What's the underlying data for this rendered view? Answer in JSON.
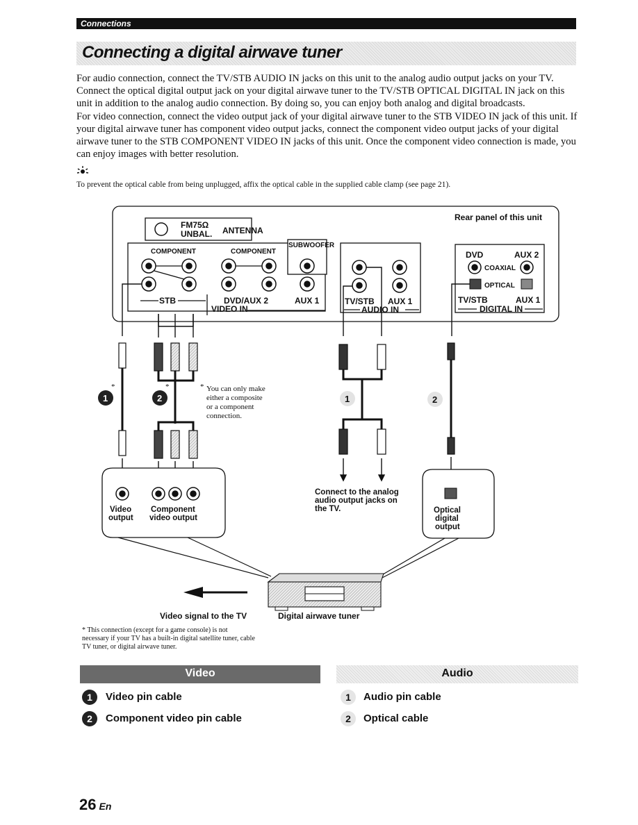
{
  "header": {
    "section": "Connections",
    "title": "Connecting a digital airwave tuner"
  },
  "intro": [
    "For audio connection, connect the TV/STB AUDIO IN jacks on this unit to the analog audio output jacks on your TV. Connect the optical digital output jack on your digital airwave tuner to the TV/STB OPTICAL DIGITAL IN jack on this unit in addition to the analog audio connection. By doing so, you can enjoy both analog and digital broadcasts.",
    "For video connection, connect the video output jack of your digital airwave tuner to the STB VIDEO IN jack of this unit. If your digital airwave tuner has component video output jacks, connect the component video output jacks of your digital airwave tuner to the STB COMPONENT VIDEO IN jacks of this unit. Once the component video connection is made, you can enjoy images with better resolution."
  ],
  "tip": {
    "text": "To prevent the optical cable from being unplugged, affix the optical cable in the supplied cable clamp (see page 21)."
  },
  "diagram": {
    "rear_panel": "Rear panel of this unit",
    "fm": "FM75Ω",
    "unbal": "UNBAL.",
    "antenna": "ANTENNA",
    "component1": "COMPONENT",
    "component2": "COMPONENT",
    "subwoofer": "SUBWOOFER",
    "stb": "STB",
    "dvd_aux2": "DVD/AUX 2",
    "aux1_video": "AUX 1",
    "video_in": "VIDEO IN",
    "tvstb_audio": "TV/STB",
    "aux1_audio": "AUX 1",
    "audio_in": "AUDIO IN",
    "dvd": "DVD",
    "aux2_digital": "AUX 2",
    "coaxial": "COAXIAL",
    "optical": "OPTICAL",
    "tvstb_digital": "TV/STB",
    "aux1_digital": "AUX 1",
    "digital_in": "DIGITAL IN",
    "note_lines": [
      "You can only make",
      "either a composite",
      "or a component",
      "connection."
    ],
    "video_output_1": "Video",
    "video_output_2": "output",
    "component_output_1": "Component",
    "component_output_2": "video output",
    "analog_1": "Connect to the analog",
    "analog_2": "audio output jacks on",
    "analog_3": "the TV.",
    "optical_out_1": "Optical",
    "optical_out_2": "digital",
    "optical_out_3": "output",
    "video_signal": "Video signal to the TV",
    "tuner": "Digital airwave tuner",
    "num1": "1",
    "num2": "2",
    "star": "*"
  },
  "footnote": "* This connection (except for a game console) is not necessary if your TV has a built-in digital satellite tuner, cable TV tuner, or digital airwave tuner.",
  "legend": {
    "video_title": "Video",
    "audio_title": "Audio",
    "video_items": [
      {
        "num": "1",
        "label": "Video pin cable"
      },
      {
        "num": "2",
        "label": "Component video pin cable"
      }
    ],
    "audio_items": [
      {
        "num": "1",
        "label": "Audio pin cable"
      },
      {
        "num": "2",
        "label": "Optical cable"
      }
    ]
  },
  "page": {
    "number": "26",
    "lang": "En"
  }
}
